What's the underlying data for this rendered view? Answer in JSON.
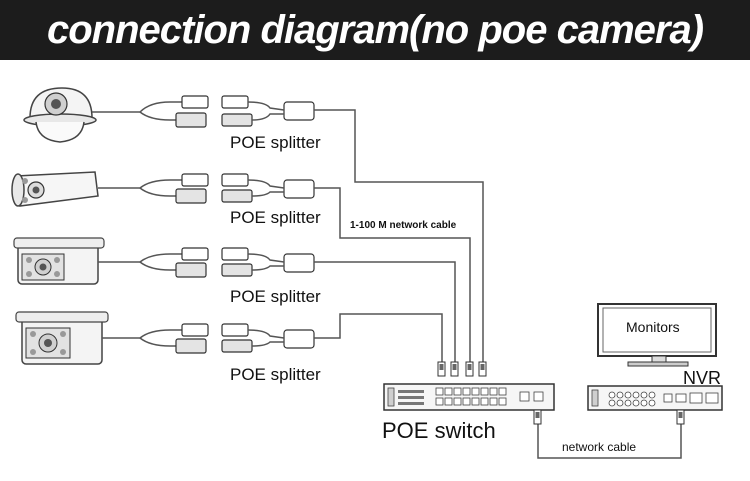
{
  "banner": {
    "title": "connection diagram(no poe camera)"
  },
  "splitters": [
    {
      "label": "POE splitter"
    },
    {
      "label": "POE splitter"
    },
    {
      "label": "POE splitter"
    },
    {
      "label": "POE splitter"
    }
  ],
  "cable_label": "1-100 M network cable",
  "switch_label": "POE switch",
  "nvr_label": "NVR",
  "monitor_label": "Monitors",
  "network_cable_label": "network cable",
  "colors": {
    "banner_bg": "#1c1c1c",
    "banner_text": "#ffffff",
    "line": "#555555"
  },
  "icons": [
    "dome-camera-icon",
    "bullet-camera-icon",
    "box-camera-icon",
    "splitter-icon",
    "rj45-connector-icon",
    "poe-switch-icon",
    "nvr-icon",
    "monitor-icon"
  ]
}
